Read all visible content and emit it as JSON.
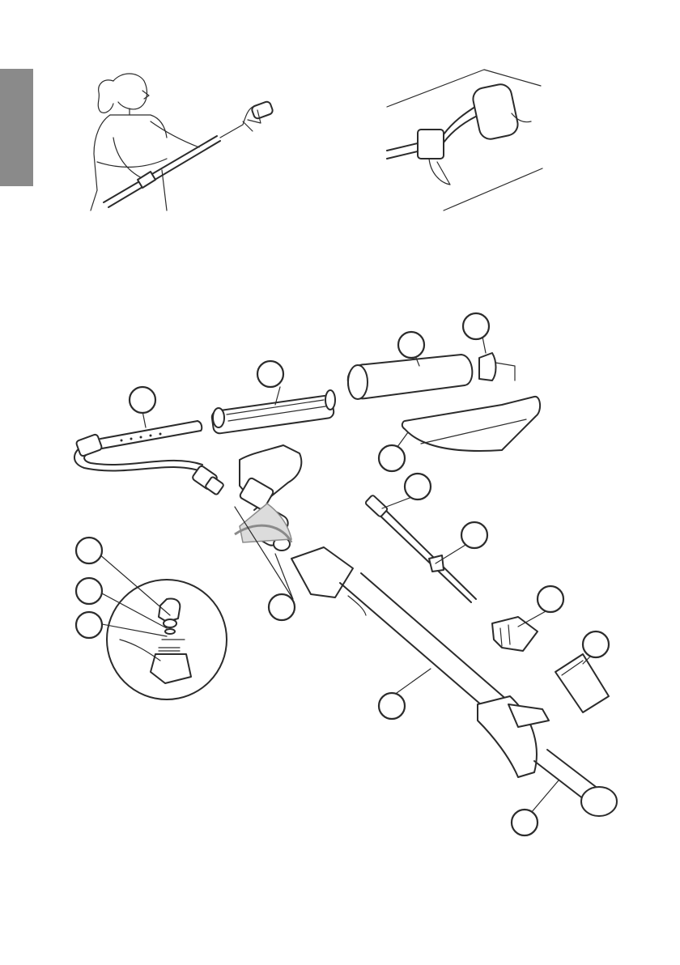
{
  "colors": {
    "side_tab": "#8a8a8a",
    "line": "#2b2b2b",
    "magnifier": "#8a8a8a"
  },
  "illustrations": {
    "person_painting": "illustration-person-using-paint-roller",
    "roller_on_wall": "illustration-roller-on-surface"
  },
  "parts_diagram": {
    "callouts": [
      {
        "id": "part-1"
      },
      {
        "id": "part-2"
      },
      {
        "id": "part-3"
      },
      {
        "id": "part-4"
      },
      {
        "id": "part-5"
      },
      {
        "id": "part-6"
      },
      {
        "id": "part-7"
      },
      {
        "id": "part-8"
      },
      {
        "id": "part-9"
      },
      {
        "id": "part-10"
      },
      {
        "id": "part-11"
      },
      {
        "id": "part-12"
      },
      {
        "id": "part-13"
      },
      {
        "id": "part-14"
      },
      {
        "id": "part-15"
      },
      {
        "id": "part-16"
      }
    ]
  }
}
